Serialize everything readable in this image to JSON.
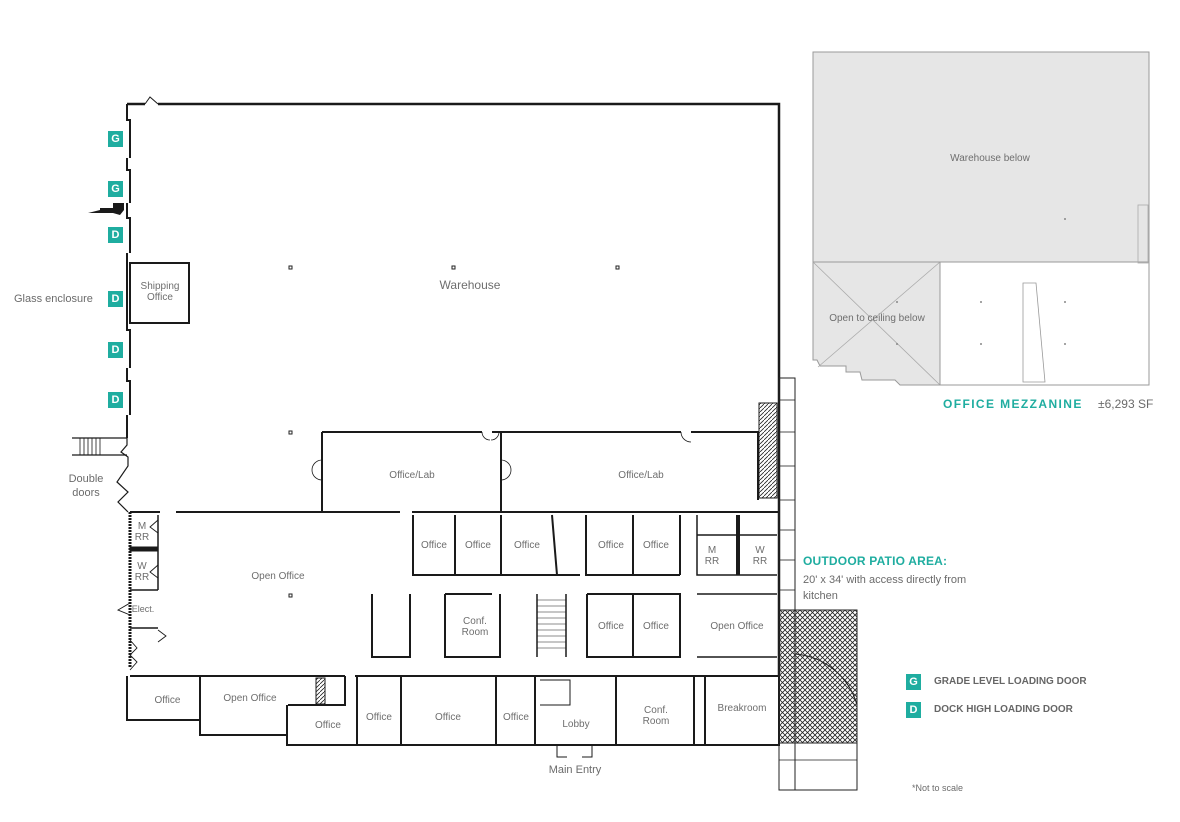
{
  "floor_plan": {
    "warehouse": {
      "label": "Warehouse"
    },
    "shipping_office": {
      "label": "Shipping\nOffice"
    },
    "office_lab_1": {
      "label": "Office/Lab"
    },
    "office_lab_2": {
      "label": "Office/Lab"
    },
    "open_office_west": {
      "label": "Open Office"
    },
    "restroom_m_west": {
      "label": "M\nRR"
    },
    "restroom_w_west": {
      "label": "W\nRR"
    },
    "electrical": {
      "label": "Elect."
    },
    "north_offices": [
      {
        "label": "Office"
      },
      {
        "label": "Office"
      },
      {
        "label": "Office"
      },
      {
        "label": "Office"
      },
      {
        "label": "Office"
      }
    ],
    "restroom_m_east": {
      "label": "M\nRR"
    },
    "restroom_w_east": {
      "label": "W\nRR"
    },
    "conf_room_center": {
      "label": "Conf.\nRoom"
    },
    "center_offices": [
      {
        "label": "Office"
      },
      {
        "label": "Office"
      }
    ],
    "open_office_east": {
      "label": "Open Office"
    },
    "south_rooms": [
      {
        "label": "Office"
      },
      {
        "label": "Open Office"
      },
      {
        "label": "Office"
      },
      {
        "label": "Office"
      },
      {
        "label": "Office"
      },
      {
        "label": "Office"
      },
      {
        "label": "Lobby"
      },
      {
        "label": "Conf.\nRoom"
      },
      {
        "label": "Breakroom"
      }
    ],
    "main_entry": {
      "label": "Main Entry"
    },
    "glass_enclosure": {
      "label": "Glass enclosure"
    },
    "double_doors": {
      "label": "Double\ndoors"
    }
  },
  "loading_doors": [
    {
      "type": "G"
    },
    {
      "type": "G"
    },
    {
      "type": "D"
    },
    {
      "type": "D"
    },
    {
      "type": "D"
    },
    {
      "type": "D"
    }
  ],
  "mezzanine": {
    "title": "OFFICE MEZZANINE",
    "area": "±6,293 SF",
    "warehouse_below": "Warehouse below",
    "open_to_ceiling": "Open to ceiling below"
  },
  "patio": {
    "title": "OUTDOOR PATIO AREA:",
    "description": "20' x 34' with access directly from kitchen"
  },
  "legend": [
    {
      "badge": "G",
      "label": "GRADE LEVEL LOADING DOOR"
    },
    {
      "badge": "D",
      "label": "DOCK HIGH LOADING DOOR"
    }
  ],
  "note": "*Not to scale",
  "colors": {
    "accent": "#1fada0",
    "wall": "#1a1a1a",
    "mezzanine_fill": "#e6e6e6",
    "label_text": "#6e6e6e"
  }
}
